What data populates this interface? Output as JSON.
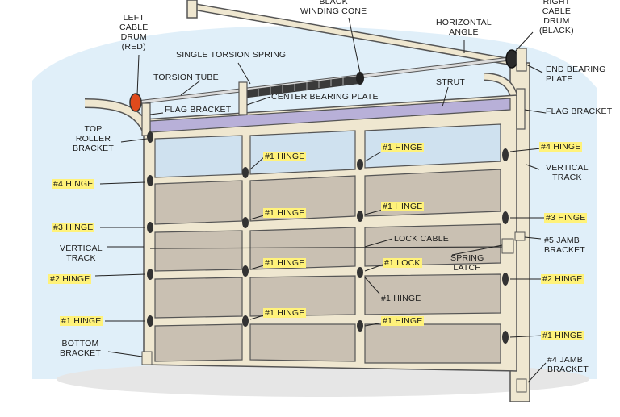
{
  "labels": {
    "black_winding_cone": "BLACK\nWINDING CONE",
    "left_cable_drum": "LEFT\nCABLE\nDRUM\n(RED)",
    "right_cable_drum": "RIGHT\nCABLE\nDRUM\n(BLACK)",
    "horizontal_angle": "HORIZONTAL\nANGLE",
    "single_torsion_spring": "SINGLE TORSION SPRING",
    "torsion_tube": "TORSION TUBE",
    "end_bearing_plate": "END BEARING\nPLATE",
    "strut": "STRUT",
    "center_bearing_plate": "CENTER BEARING PLATE",
    "flag_bracket_left": "FLAG BRACKET",
    "flag_bracket_right": "FLAG BRACKET",
    "top_roller_bracket": "TOP\nROLLER\nBRACKET",
    "vertical_track_right": "VERTICAL\nTRACK",
    "vertical_track_left": "VERTICAL\nTRACK",
    "lock_cable": "LOCK CABLE",
    "spring_latch": "SPRING\nLATCH",
    "jamb_bracket_5": "#5 JAMB\nBRACKET",
    "jamb_bracket_4": "#4 JAMB\nBRACKET",
    "bottom_bracket": "BOTTOM\nBRACKET",
    "hinge_4_left": "#4 HINGE",
    "hinge_3_left": "#3 HINGE",
    "hinge_2_left": "#2 HINGE",
    "hinge_1_left": "#1 HINGE",
    "hinge_4_right": "#4 HINGE",
    "hinge_3_right": "#3 HINGE",
    "hinge_2_right": "#2 HINGE",
    "hinge_1_right": "#1 HINGE",
    "hinge_1_c1_top": "#1 HINGE",
    "hinge_1_c1_2": "#1 HINGE",
    "hinge_1_c1_3": "#1 HINGE",
    "hinge_1_c1_4": "#1 HINGE",
    "hinge_1_c2_top": "#1 HINGE",
    "hinge_1_c2_2": "#1 HINGE",
    "hinge_1_c2_4": "#1 HINGE",
    "hinge_1_c2_below": "#1 HINGE",
    "lock_1": "#1 LOCK"
  },
  "colors": {
    "highlight": "#fff27a",
    "track": "#efe7d0",
    "strut": "#b8b0d8",
    "panel": "#c9c0b2",
    "glass": "#cfe1ef",
    "left_drum": "#e04a1c",
    "right_drum": "#2a2a2a",
    "wall_blue": "#c7e2f4"
  }
}
